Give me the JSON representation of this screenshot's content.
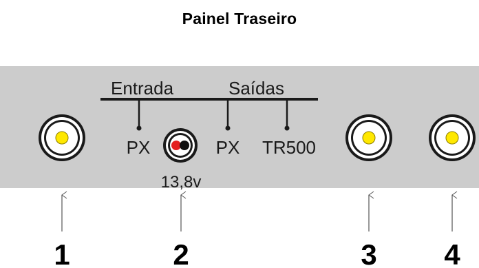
{
  "title": "Painel Traseiro",
  "panel": {
    "group_input_label": "Entrada",
    "group_outputs_label": "Saídas",
    "connector_labels": {
      "input_px": "PX",
      "output_px": "PX",
      "output_tr500": "TR500",
      "power_voltage": "13,8v"
    }
  },
  "callouts": [
    "1",
    "2",
    "3",
    "4"
  ],
  "colors": {
    "panel": "#cccccc",
    "connector_center": "#ffe800",
    "power_plus": "#e41e1e",
    "power_minus": "#111111"
  }
}
